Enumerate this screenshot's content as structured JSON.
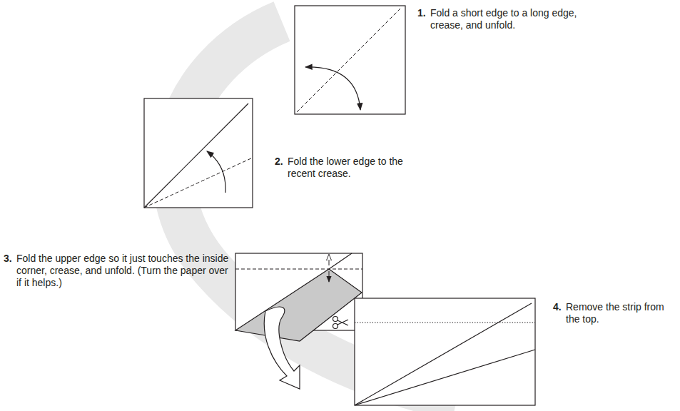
{
  "diagram": {
    "labels": [
      "1.",
      "Fold a short edge to a long edge, crease, and unfold.",
      "2.",
      "Fold the lower edge to the recent crease.",
      "3.",
      "Fold the upper edge so it just touches the inside corner, crease, and unfold. (Turn the paper over if it helps.)",
      "4.",
      "Remove the strip from the top."
    ]
  }
}
